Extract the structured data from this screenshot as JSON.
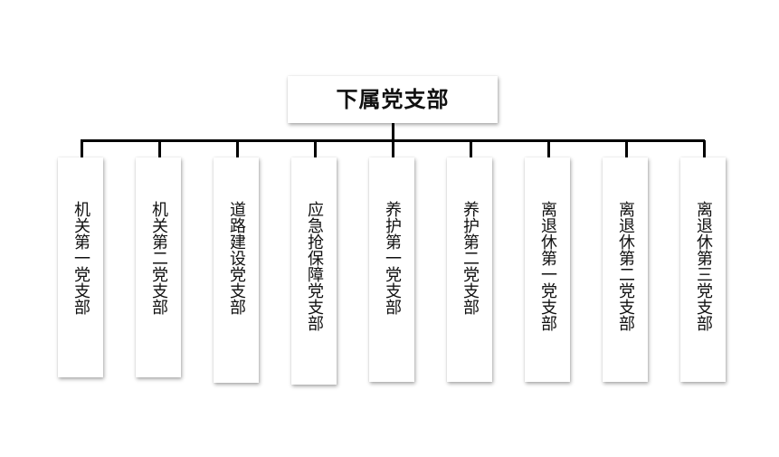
{
  "root": {
    "label": "下属党支部"
  },
  "children": [
    {
      "label": "机关第一党支部"
    },
    {
      "label": "机关第二党支部"
    },
    {
      "label": "道路建设党支部"
    },
    {
      "label": "应急抢保障党支部"
    },
    {
      "label": "养护第一党支部"
    },
    {
      "label": "养护第二党支部"
    },
    {
      "label": "离退休第一党支部"
    },
    {
      "label": "离退休第二党支部"
    },
    {
      "label": "离退休第三党支部"
    }
  ],
  "colors": {
    "background": "#ffffff",
    "lines": "#000000",
    "text": "#111111"
  }
}
